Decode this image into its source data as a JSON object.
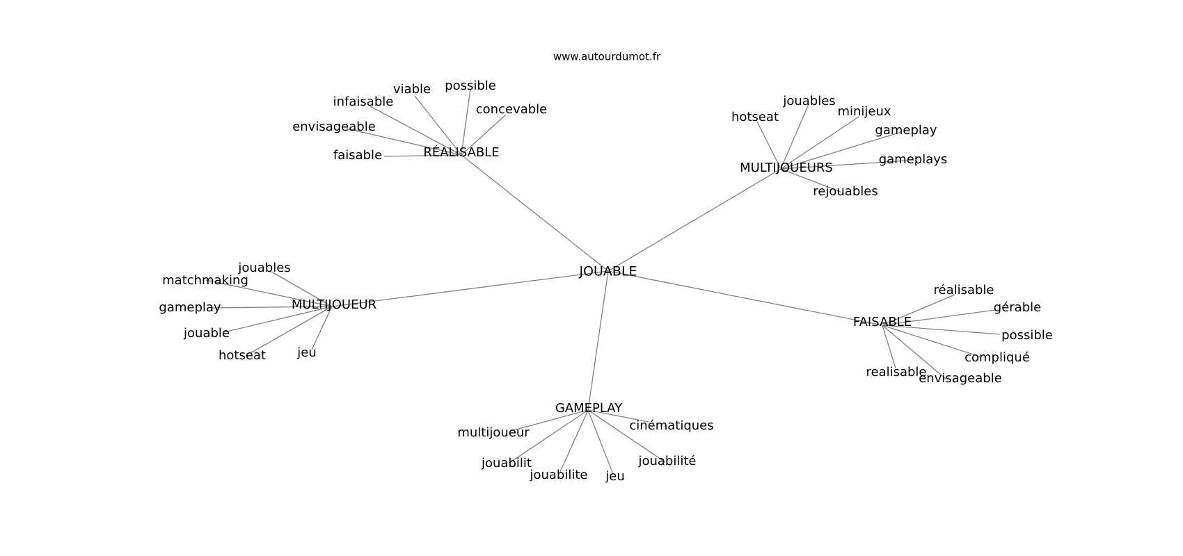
{
  "watermark": "www.autourdumot.fr",
  "style": {
    "edge_color": "#808080",
    "text_color": "#000000",
    "background": "#ffffff"
  },
  "graph": {
    "center": "JOUABLE",
    "clusters": [
      {
        "hub": "RÉALISABLE",
        "leaves": [
          "faisable",
          "envisageable",
          "infaisable",
          "viable",
          "possible",
          "concevable"
        ]
      },
      {
        "hub": "MULTIJOUEURS",
        "leaves": [
          "hotseat",
          "jouables",
          "minijeux",
          "gameplay",
          "gameplays",
          "rejouables"
        ]
      },
      {
        "hub": "MULTIJOUEUR",
        "leaves": [
          "jouables",
          "matchmaking",
          "gameplay",
          "jouable",
          "hotseat",
          "jeu"
        ]
      },
      {
        "hub": "FAISABLE",
        "leaves": [
          "réalisable",
          "gérable",
          "possible",
          "compliqué",
          "envisageable",
          "realisable"
        ]
      },
      {
        "hub": "GAMEPLAY",
        "leaves": [
          "multijoueur",
          "jouabilit",
          "jouabilite",
          "jeu",
          "jouabilité",
          "cinématiques"
        ]
      }
    ]
  }
}
